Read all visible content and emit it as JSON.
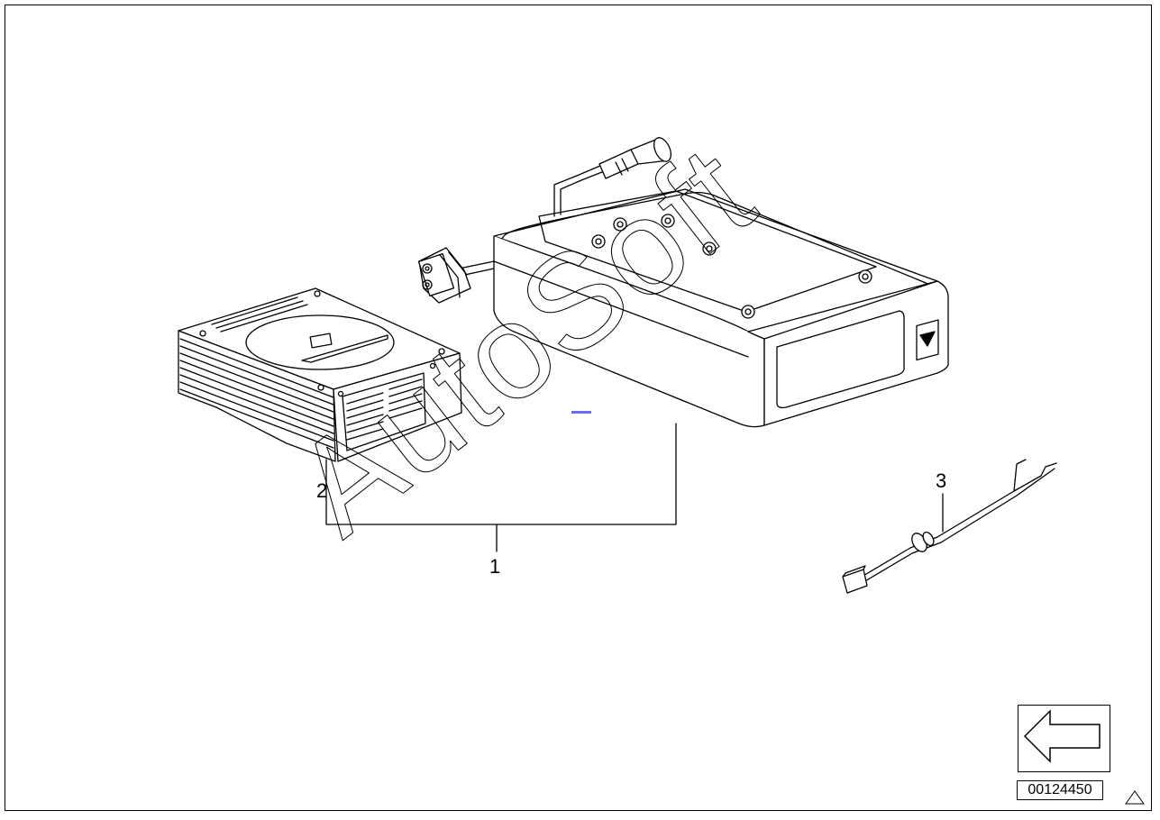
{
  "diagram": {
    "callouts": [
      {
        "id": "1",
        "label": "1"
      },
      {
        "id": "2",
        "label": "2"
      },
      {
        "id": "3",
        "label": "3"
      }
    ],
    "watermark": "AutoSoft",
    "document_number": "00124450",
    "navigation": {
      "icon": "arrow-left-icon"
    },
    "corner_icon": "triangle-warning-icon",
    "colors": {
      "line": "#000000",
      "background": "#ffffff",
      "accent_mark": "#6b6bff"
    }
  }
}
